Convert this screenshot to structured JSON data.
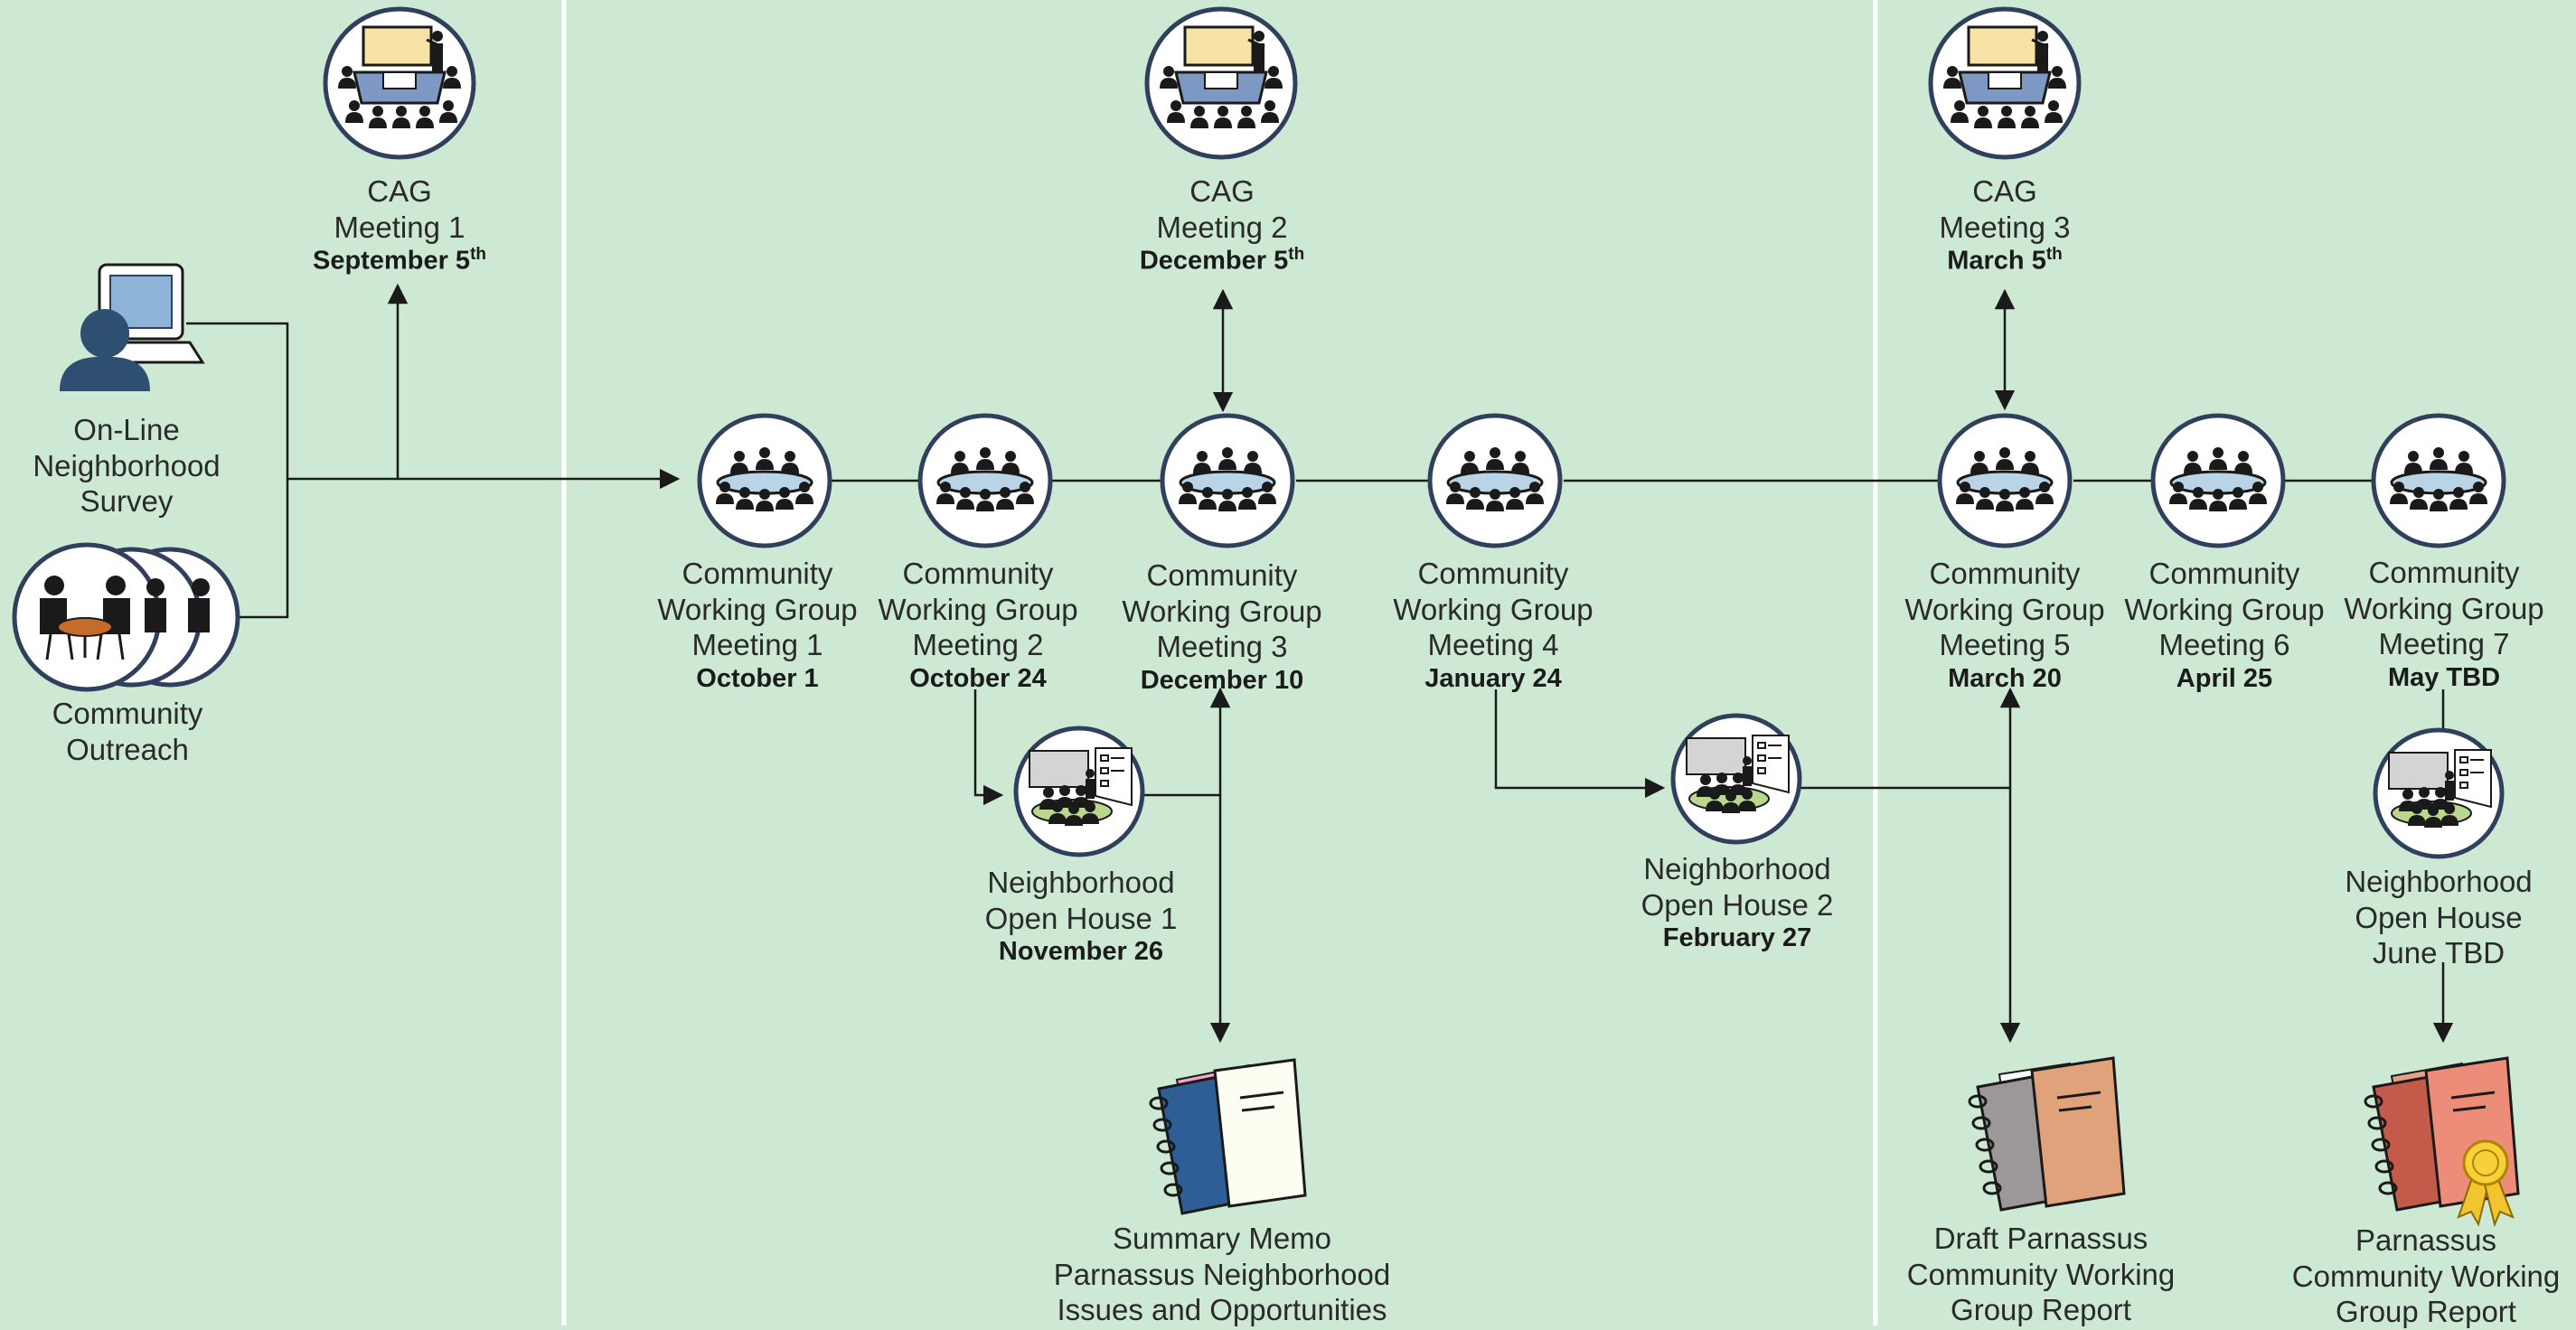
{
  "colors": {
    "background": "#cde9d4",
    "divider": "#ffffff",
    "connector": "#1a1a1a",
    "circle_stroke": "#2f3f5c",
    "table": "#b8d4e6",
    "screen": "#f7e3a6"
  },
  "outreach": {
    "survey": {
      "icon": "computer-user-icon",
      "lines": [
        "On-Line",
        "Neighborhood",
        "Survey"
      ]
    },
    "community": {
      "icon": "group-discussion-icon",
      "lines": [
        "Community",
        "Outreach"
      ]
    }
  },
  "cag": [
    {
      "icon": "presentation-meeting-icon",
      "title": "CAG",
      "subtitle": "Meeting 1",
      "date": "September 5",
      "suffix": "th"
    },
    {
      "icon": "presentation-meeting-icon",
      "title": "CAG",
      "subtitle": "Meeting 2",
      "date": "December 5",
      "suffix": "th"
    },
    {
      "icon": "presentation-meeting-icon",
      "title": "CAG",
      "subtitle": "Meeting 3",
      "date": "March 5",
      "suffix": "th"
    }
  ],
  "working_groups": [
    {
      "icon": "round-table-meeting-icon",
      "lines": [
        "Community",
        "Working Group",
        "Meeting 1"
      ],
      "date": "October 1"
    },
    {
      "icon": "round-table-meeting-icon",
      "lines": [
        "Community",
        "Working Group",
        "Meeting 2"
      ],
      "date": "October 24"
    },
    {
      "icon": "round-table-meeting-icon",
      "lines": [
        "Community",
        "Working Group",
        "Meeting 3"
      ],
      "date": "December 10"
    },
    {
      "icon": "round-table-meeting-icon",
      "lines": [
        "Community",
        "Working Group",
        "Meeting 4"
      ],
      "date": "January 24"
    },
    {
      "icon": "round-table-meeting-icon",
      "lines": [
        "Community",
        "Working Group",
        "Meeting 5"
      ],
      "date": "March 20"
    },
    {
      "icon": "round-table-meeting-icon",
      "lines": [
        "Community",
        "Working Group",
        "Meeting 6"
      ],
      "date": "April 25"
    },
    {
      "icon": "round-table-meeting-icon",
      "lines": [
        "Community",
        "Working Group",
        "Meeting 7"
      ],
      "date": "May TBD"
    }
  ],
  "open_houses": [
    {
      "icon": "open-house-icon",
      "lines": [
        "Neighborhood",
        "Open House 1"
      ],
      "date": "November 26"
    },
    {
      "icon": "open-house-icon",
      "lines": [
        "Neighborhood",
        "Open House 2"
      ],
      "date": "February 27"
    },
    {
      "icon": "open-house-icon",
      "lines": [
        "Neighborhood",
        "Open House",
        "June TBD"
      ],
      "date": ""
    }
  ],
  "documents": [
    {
      "icon": "notebook-memo-icon",
      "lines": [
        "Summary Memo",
        "Parnassus Neighborhood",
        "Issues and Opportunities"
      ]
    },
    {
      "icon": "notebook-draft-icon",
      "lines": [
        "Draft Parnassus",
        "Community Working",
        "Group Report"
      ]
    },
    {
      "icon": "notebook-final-award-icon",
      "lines": [
        "Parnassus",
        "Community Working",
        "Group Report"
      ]
    }
  ]
}
